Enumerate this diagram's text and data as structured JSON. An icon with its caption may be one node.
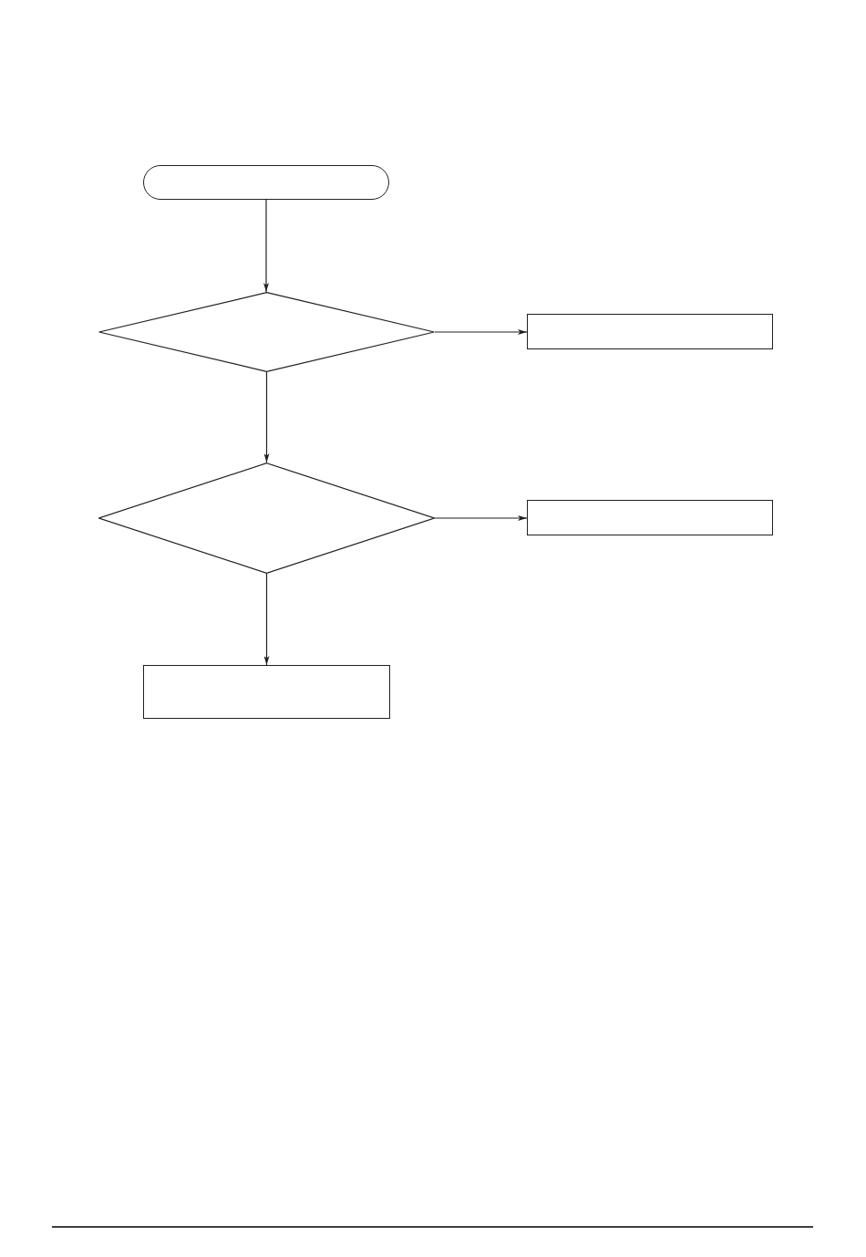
{
  "diagram": {
    "nodes": [
      {
        "text": [],
        "shape": "pill"
      },
      {
        "text": [],
        "shape": "diamond"
      },
      {
        "text": [],
        "shape": "box"
      },
      {
        "text": [],
        "shape": "diamond"
      },
      {
        "text": [],
        "shape": "box"
      },
      {
        "text": [],
        "shape": "box"
      }
    ],
    "edges": [
      {
        "from": 0,
        "to": 1,
        "arrow": "to"
      },
      {
        "from": 1,
        "to": 2,
        "arrow": "to"
      },
      {
        "from": 1,
        "to": 3,
        "arrow": "to"
      },
      {
        "from": 3,
        "to": 4,
        "arrow": "to"
      },
      {
        "from": 3,
        "to": 5,
        "arrow": "to"
      }
    ]
  }
}
